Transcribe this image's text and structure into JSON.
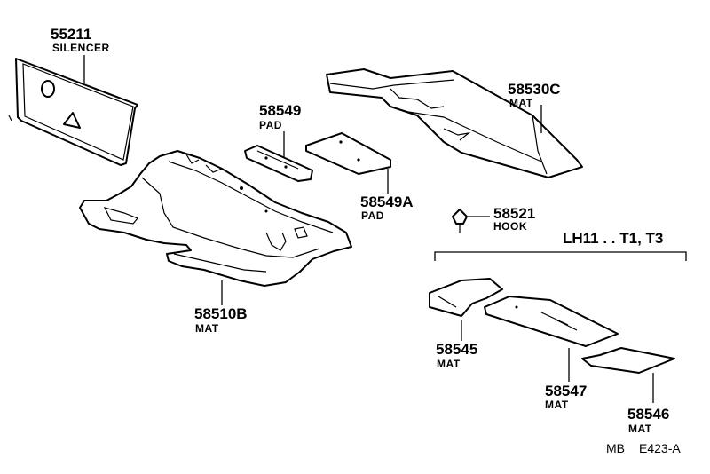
{
  "parts": {
    "silencer": {
      "number": "55211",
      "name": "SILENCER"
    },
    "mat_main": {
      "number": "58510B",
      "name": "MAT"
    },
    "pad": {
      "number": "58549",
      "name": "PAD"
    },
    "pad_a": {
      "number": "58549A",
      "name": "PAD"
    },
    "mat_rear": {
      "number": "58530C",
      "name": "MAT"
    },
    "hook": {
      "number": "58521",
      "name": "HOOK"
    },
    "mat_545": {
      "number": "58545",
      "name": "MAT"
    },
    "mat_547": {
      "number": "58547",
      "name": "MAT"
    },
    "mat_546": {
      "number": "58546",
      "name": "MAT"
    }
  },
  "group_label": "LH11 . . T1, T3",
  "footer": {
    "left": "MB",
    "right": "E423-A"
  }
}
